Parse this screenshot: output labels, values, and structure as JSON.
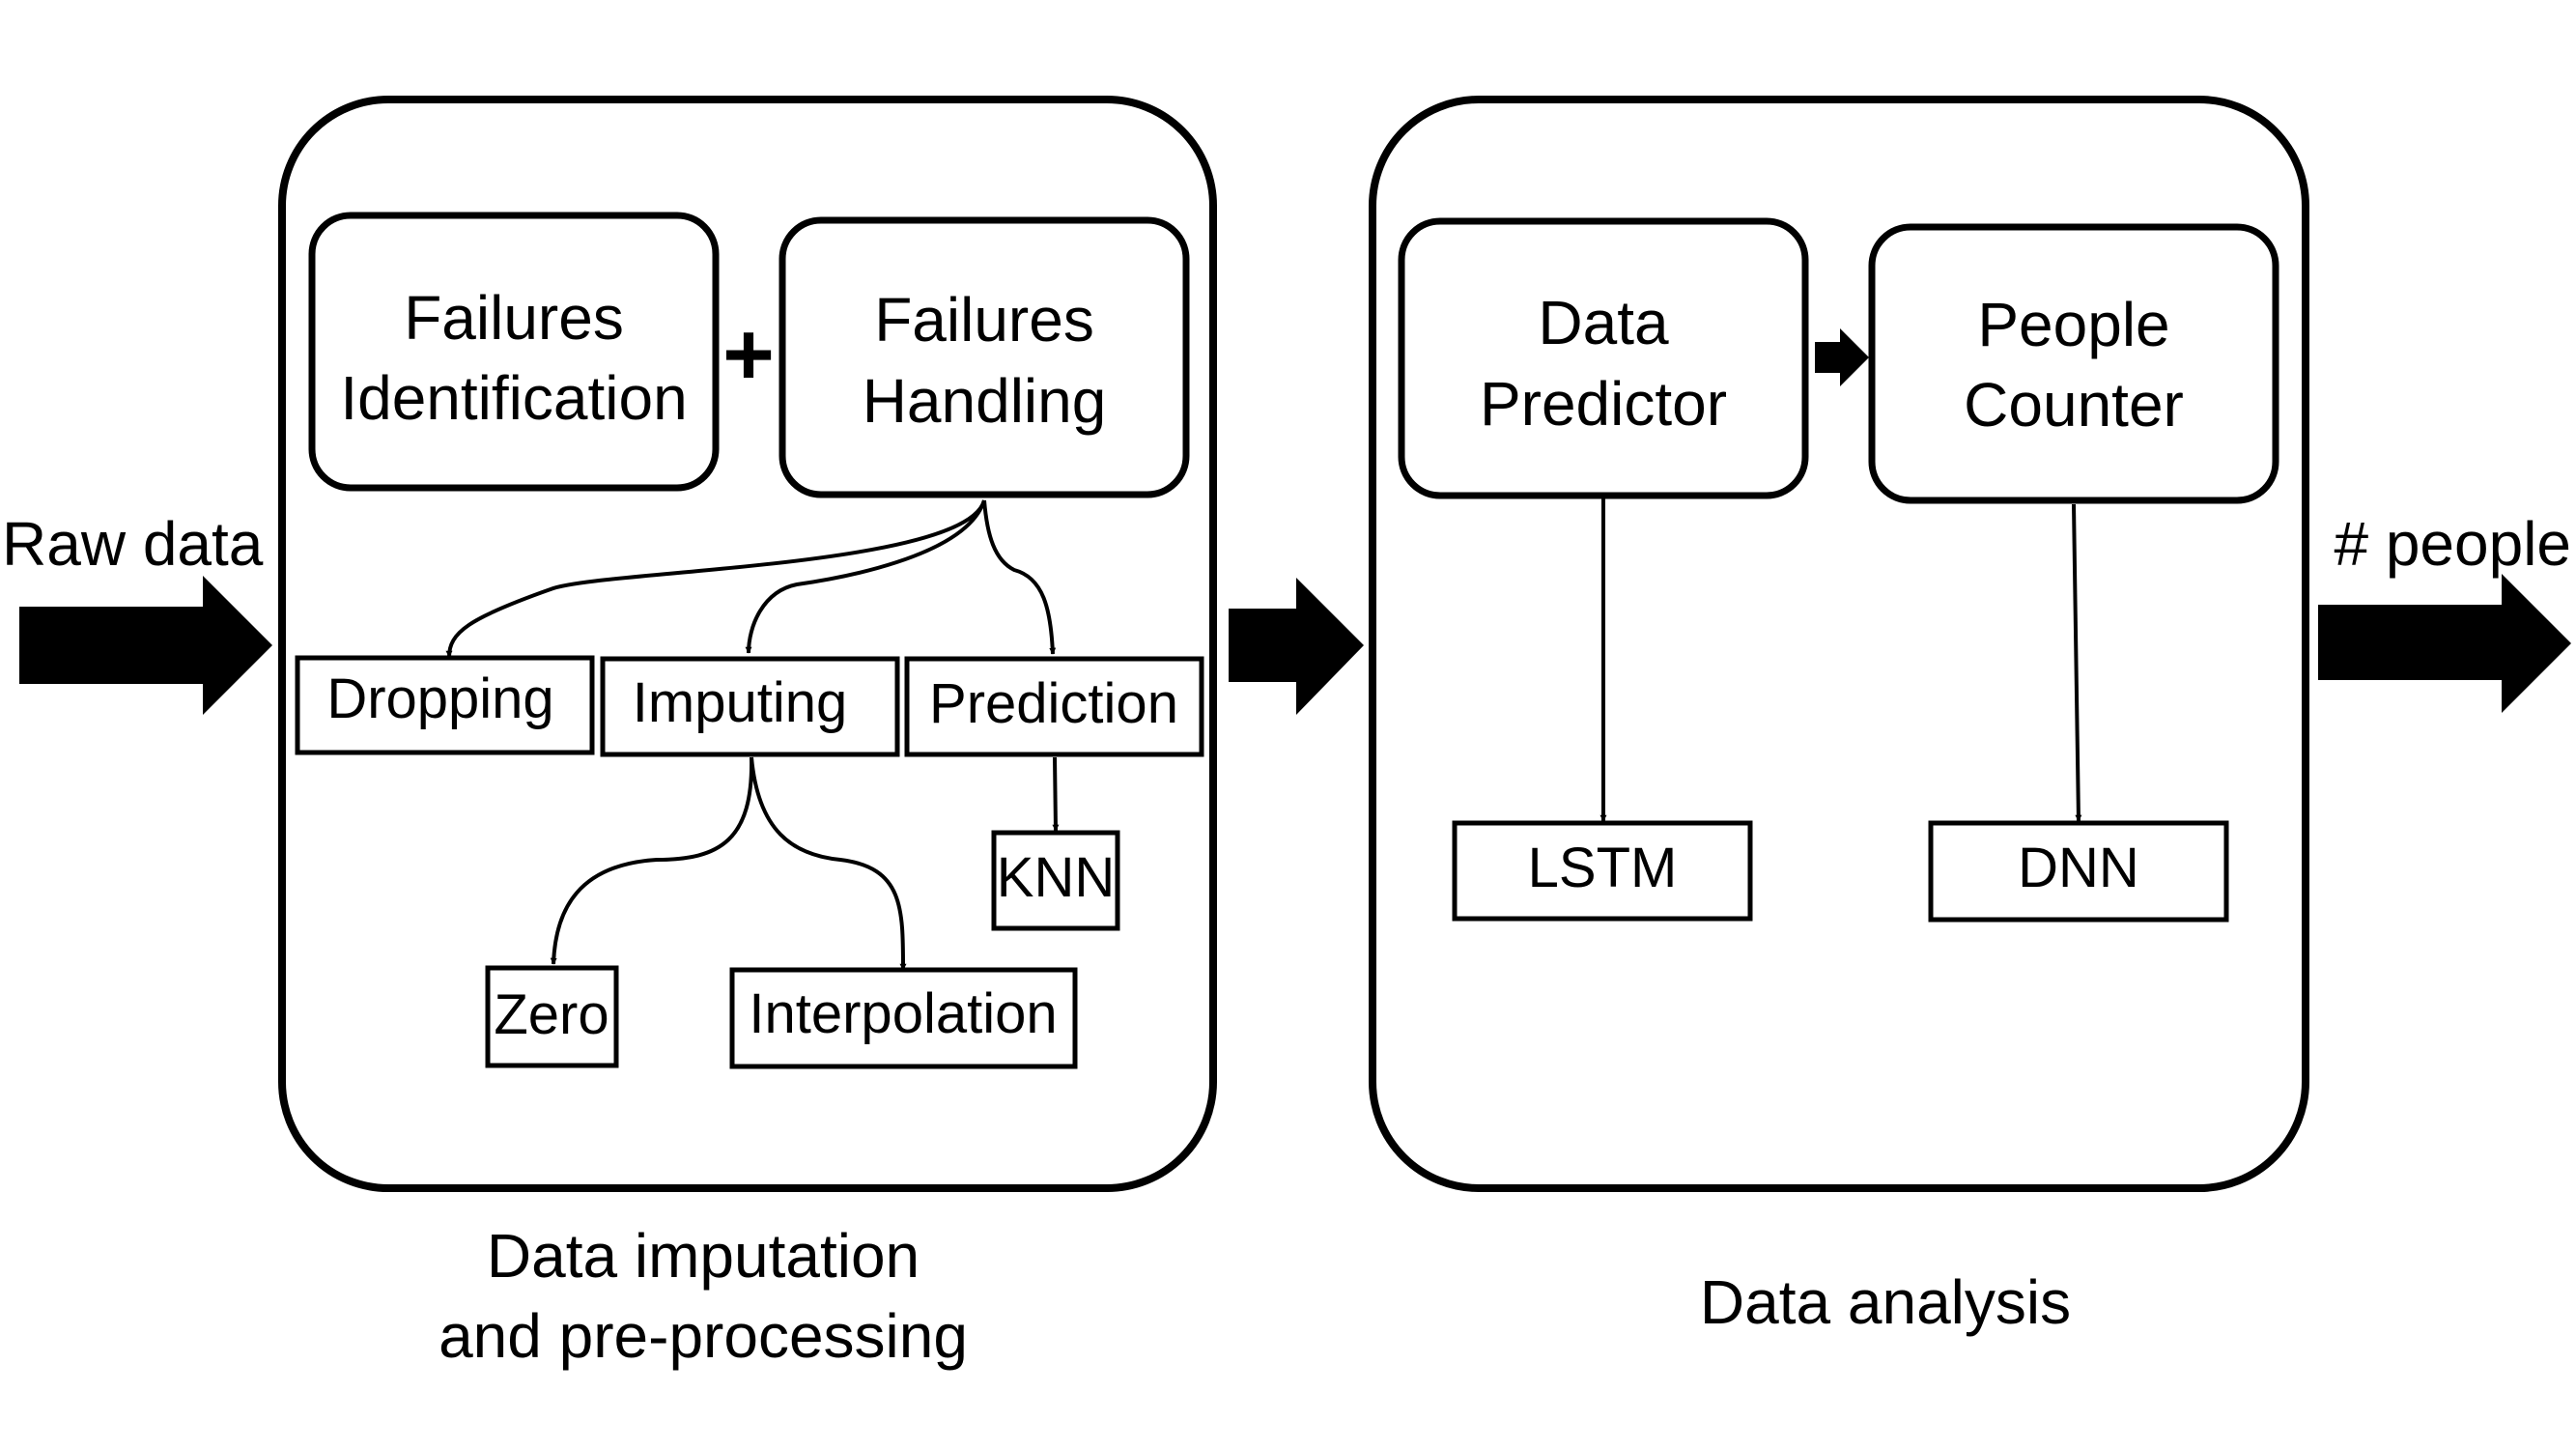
{
  "input": {
    "label": "Raw data"
  },
  "output": {
    "label": "# people"
  },
  "preprocessing": {
    "caption_line1": "Data imputation",
    "caption_line2": "and pre-processing",
    "failures_identification": {
      "line1": "Failures",
      "line2": "Identification"
    },
    "failures_handling": {
      "line1": "Failures",
      "line2": "Handling"
    },
    "plus_symbol": "+",
    "methods": {
      "dropping": "Dropping",
      "imputing": "Imputing",
      "prediction": "Prediction"
    },
    "imputing_methods": {
      "zero": "Zero",
      "interpolation": "Interpolation"
    },
    "prediction_methods": {
      "knn": "KNN"
    }
  },
  "analysis": {
    "caption": "Data analysis",
    "data_predictor": {
      "line1": "Data",
      "line2": "Predictor",
      "model": "LSTM"
    },
    "people_counter": {
      "line1": "People",
      "line2": "Counter",
      "model": "DNN"
    }
  }
}
